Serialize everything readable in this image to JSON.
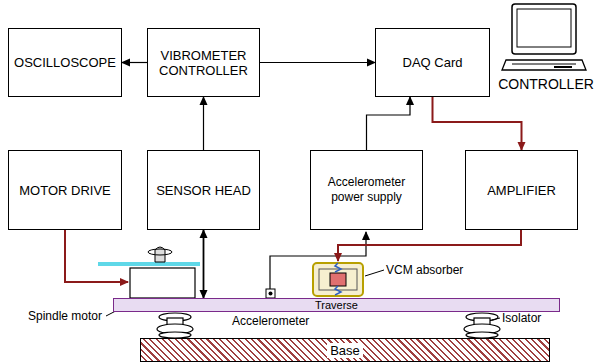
{
  "diagram": {
    "nodes": [
      {
        "text": [
          "OSCILLOSCOPE"
        ]
      },
      {
        "text": [
          "VIBROMETER CONTROLLER"
        ]
      },
      {
        "text": [
          "DAQ Card"
        ]
      },
      {
        "text": [
          "CONTROLLER"
        ]
      },
      {
        "text": [
          "MOTOR DRIVE"
        ]
      },
      {
        "text": [
          "SENSOR HEAD"
        ]
      },
      {
        "text": [
          "Accelerometer power supply"
        ]
      },
      {
        "text": [
          "AMPLIFIER"
        ]
      },
      {
        "text": [
          "Traverse"
        ]
      },
      {
        "text": [
          "Base"
        ]
      }
    ],
    "edges": [
      {
        "from": 1,
        "to": 0,
        "arrow": "to"
      },
      {
        "from": 1,
        "to": 2,
        "arrow": "to"
      },
      {
        "from": 5,
        "to": 1,
        "arrow": "to"
      },
      {
        "from": 6,
        "to": 2,
        "arrow": "to"
      },
      {
        "from": 2,
        "to": 7,
        "arrow": "to"
      },
      {
        "from": 5,
        "to": 8,
        "arrow": "both"
      }
    ],
    "labels": [
      "Spindle motor",
      "Accelerometer",
      "VCM absorber",
      "Isolator"
    ]
  }
}
